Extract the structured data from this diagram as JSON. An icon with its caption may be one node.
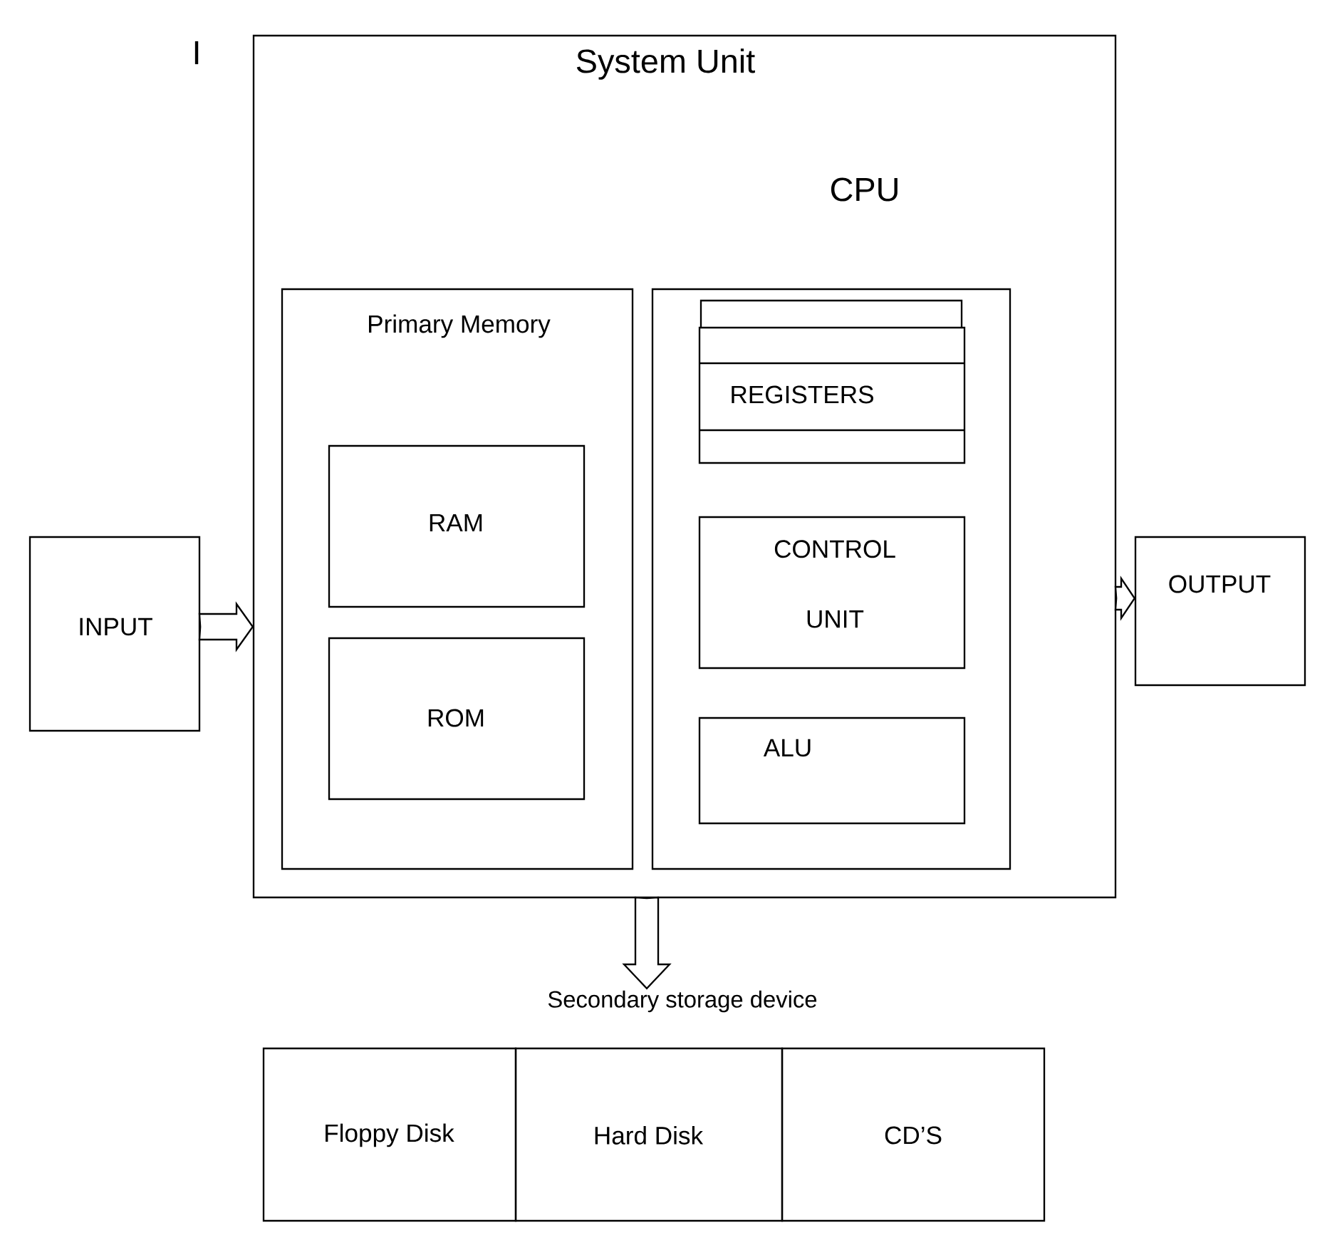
{
  "diagram": {
    "nodes": [
      {
        "text": [
          "System Unit"
        ]
      },
      {
        "text": [
          "Primary Memory"
        ],
        "in": 0
      },
      {
        "text": [
          "RAM"
        ],
        "in": 1
      },
      {
        "text": [
          "ROM"
        ],
        "in": 1
      },
      {
        "text": [
          "CPU"
        ],
        "in": 0
      },
      {
        "text": [
          "REGISTERS"
        ],
        "in": 4
      },
      {
        "text": [
          "CONTROL UNIT"
        ],
        "in": 4
      },
      {
        "text": [
          "ALU"
        ],
        "in": 4
      },
      {
        "text": [
          "INPUT"
        ]
      },
      {
        "text": [
          "OUTPUT"
        ]
      },
      {
        "text": [
          "Secondary storage device"
        ]
      },
      {
        "text": [
          "Floppy Disk"
        ]
      },
      {
        "text": [
          "Hard Disk"
        ]
      },
      {
        "text": [
          "CD’S"
        ]
      }
    ],
    "edges": [
      {
        "from": 8,
        "to": 0,
        "arrow": "to"
      },
      {
        "from": 0,
        "to": 9,
        "arrow": "to"
      },
      {
        "from": 0,
        "to": 10,
        "arrow": "to"
      }
    ],
    "labels": [
      "I"
    ]
  }
}
